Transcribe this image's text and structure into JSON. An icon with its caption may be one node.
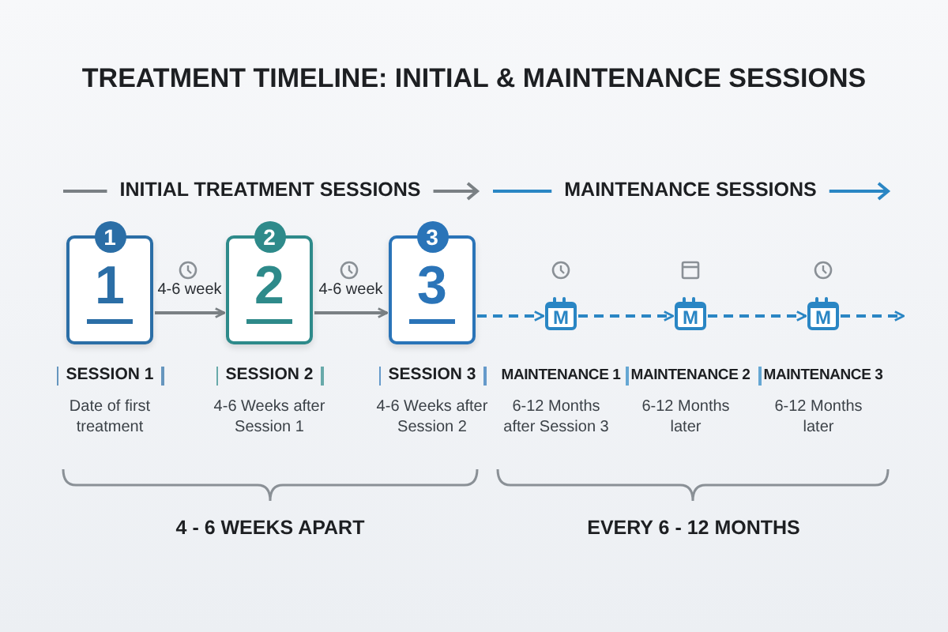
{
  "diagram": {
    "title": "TREATMENT TIMELINE: INITIAL & MAINTENANCE SESSIONS",
    "nodes": [
      {
        "text": [
          "1",
          "1"
        ],
        "beside": [
          "SESSION 1",
          "Date of first treatment"
        ]
      },
      {
        "text": [
          "2",
          "2"
        ],
        "beside": [
          "SESSION 2",
          "4-6 Weeks after Session 1"
        ]
      },
      {
        "text": [
          "3",
          "3"
        ],
        "beside": [
          "SESSION 3",
          "4-6 Weeks after Session 2"
        ]
      },
      {
        "text": [
          "M"
        ],
        "beside": [
          "MAINTENANCE 1",
          "6-12 Months after Session 3"
        ]
      },
      {
        "text": [
          "M"
        ],
        "beside": [
          "MAINTENANCE 2",
          "6-12 Months later"
        ]
      },
      {
        "text": [
          "M"
        ],
        "beside": [
          "MAINTENANCE 3",
          "6-12 Months later"
        ]
      }
    ],
    "edges": [
      {
        "from": 0,
        "to": 1,
        "arrow": "to",
        "label": "4-6 week",
        "color": "#7a8084"
      },
      {
        "from": 1,
        "to": 2,
        "arrow": "to",
        "label": "4-6 week",
        "color": "#7a8084"
      },
      {
        "from": 2,
        "to": 3,
        "arrow": "to",
        "style": "dashed",
        "color": "#2a86c4"
      },
      {
        "from": 3,
        "to": 4,
        "arrow": "to",
        "style": "dashed",
        "color": "#2a86c4"
      },
      {
        "from": 4,
        "to": 5,
        "arrow": "to",
        "style": "dashed",
        "color": "#2a86c4"
      },
      {
        "from": 5,
        "to": null,
        "arrow": "to",
        "style": "dashed",
        "color": "#2a86c4"
      }
    ],
    "labels": [
      "INITIAL TREATMENT SESSIONS",
      "MAINTENANCE SESSIONS",
      "4 - 6 WEEKS APART",
      "EVERY 6 - 12 MONTHS"
    ]
  }
}
